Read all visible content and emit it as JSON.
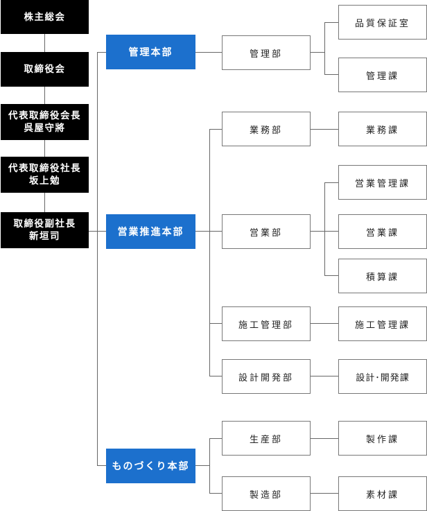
{
  "executives": [
    {
      "label": "株主総会"
    },
    {
      "label": "取締役会"
    },
    {
      "label": "代表取締役会長\n呉屋守將"
    },
    {
      "label": "代表取締役社長\n坂上勉"
    },
    {
      "label": "取締役副社長\n新垣司"
    }
  ],
  "headquarters": [
    {
      "label": "管理本部",
      "departments": [
        {
          "label": "管理部",
          "sections": [
            "品質保証室",
            "管理課"
          ]
        }
      ]
    },
    {
      "label": "営業推進本部",
      "departments": [
        {
          "label": "業務部",
          "sections": [
            "業務課"
          ]
        },
        {
          "label": "営業部",
          "sections": [
            "営業管理課",
            "営業課",
            "積算課"
          ]
        },
        {
          "label": "施工管理部",
          "sections": [
            "施工管理課"
          ]
        },
        {
          "label": "設計開発部",
          "sections": [
            "設計･開発課"
          ]
        }
      ]
    },
    {
      "label": "ものづくり本部",
      "departments": [
        {
          "label": "生産部",
          "sections": [
            "製作課"
          ]
        },
        {
          "label": "製造部",
          "sections": [
            "素材課"
          ]
        }
      ]
    }
  ]
}
